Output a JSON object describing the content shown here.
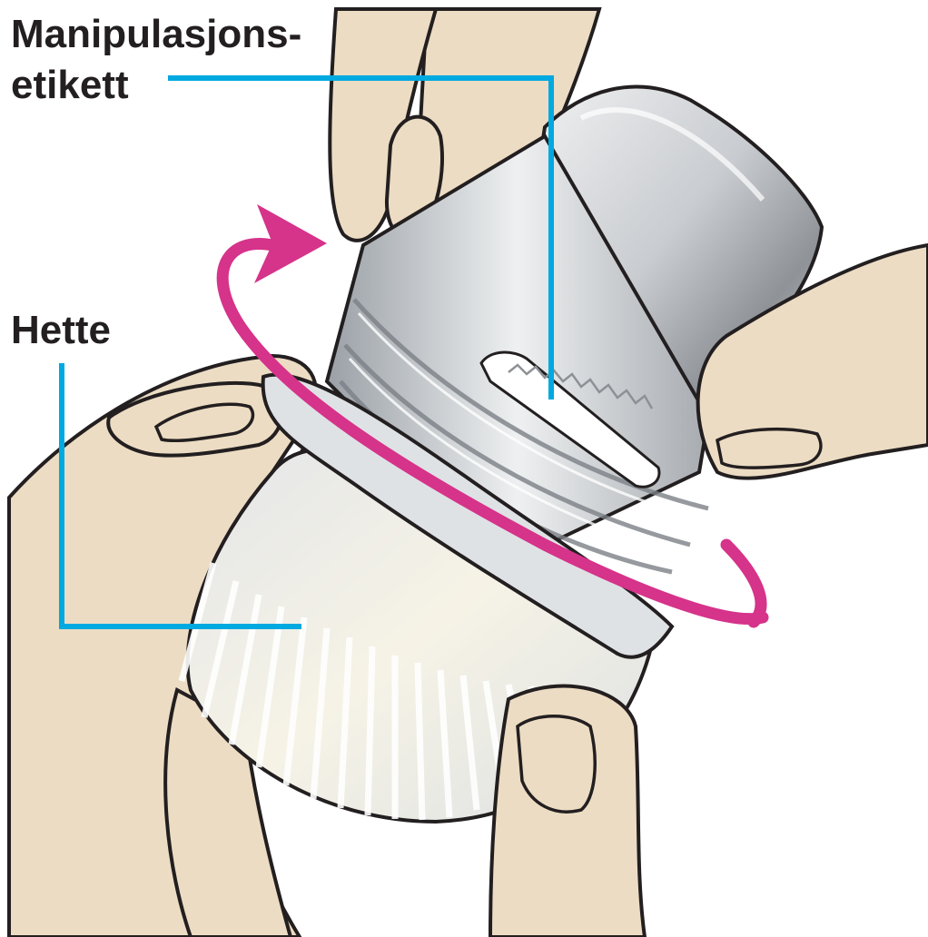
{
  "labels": {
    "tamper_label_line1": "Manipulasjons-",
    "tamper_label_line2": "etikett",
    "cap_label": "Hette"
  },
  "colors": {
    "leader_line": "#00a9e0",
    "rotation_arrow": "#d6338a",
    "skin": "#ecdcc3",
    "outline": "#231f20",
    "metal_light": "#eceeef",
    "metal_mid": "#c7cacd",
    "metal_dark": "#8d9196",
    "gold": "#f2b634"
  },
  "icons": {
    "rotation": "curved-rotation-arrow-icon"
  }
}
